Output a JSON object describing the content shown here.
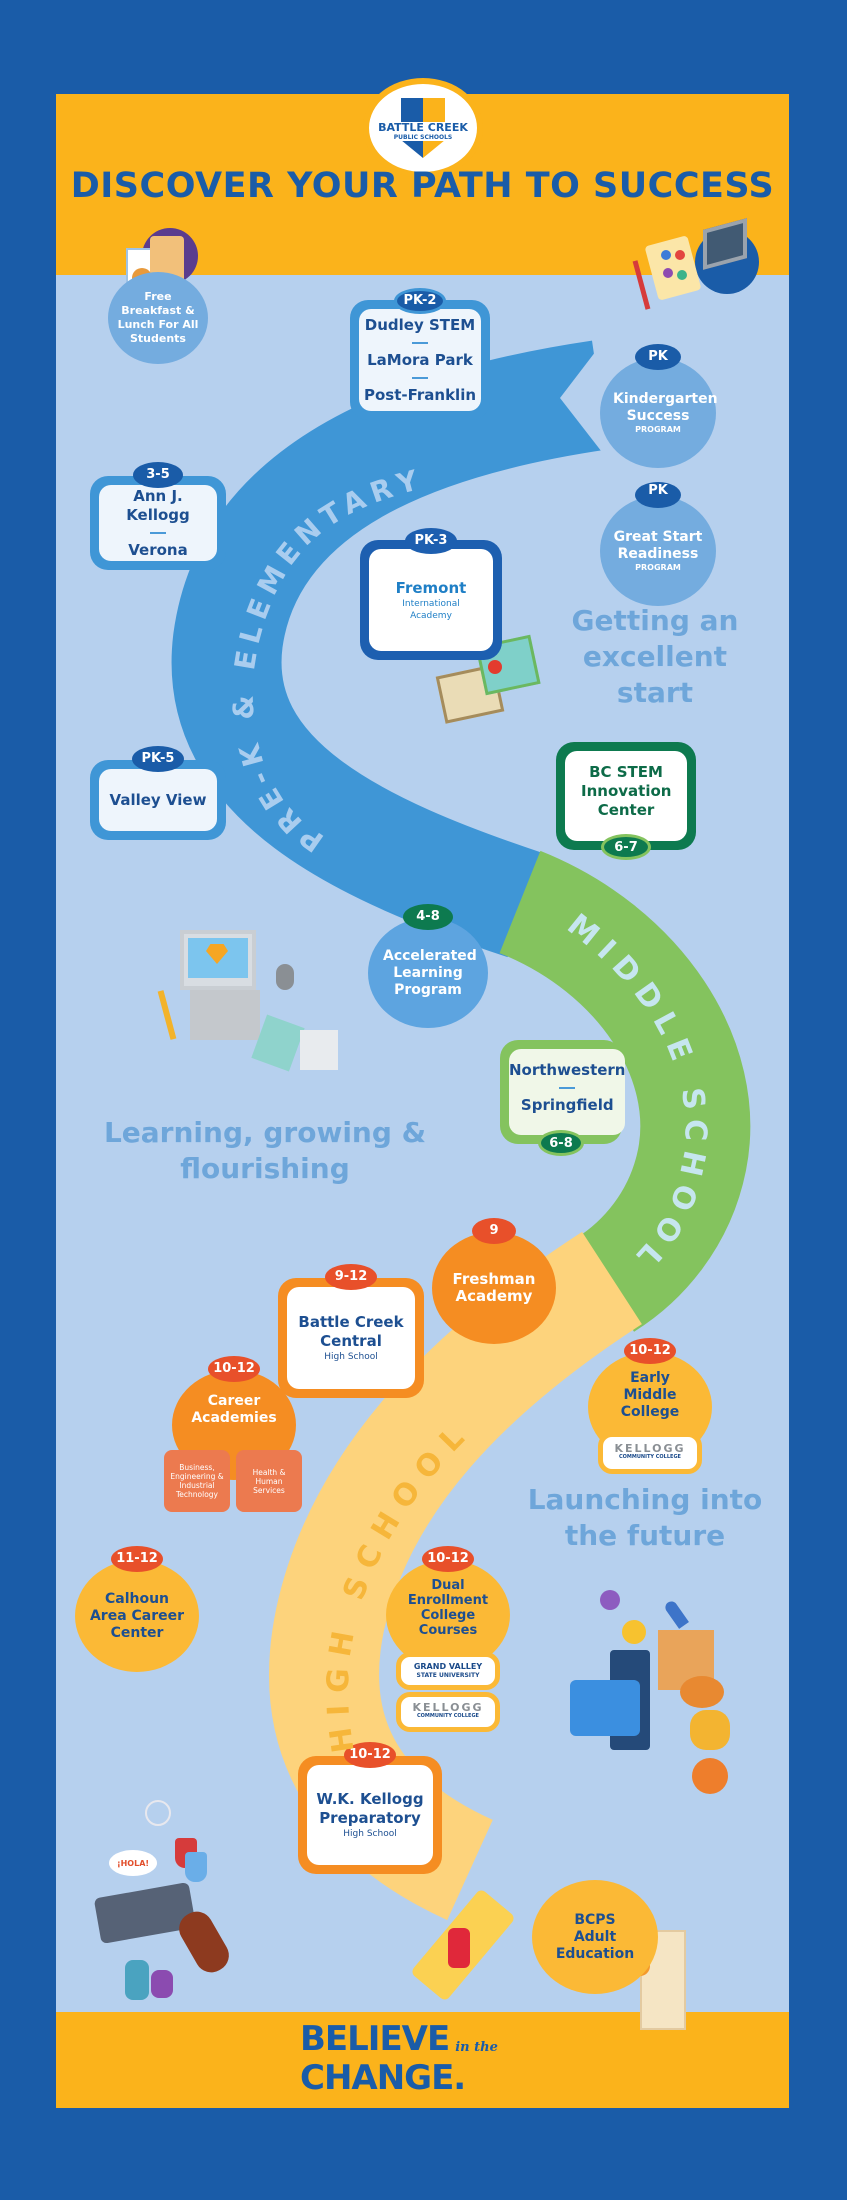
{
  "header": {
    "logo_name": "BATTLE CREEK",
    "logo_sub": "PUBLIC SCHOOLS",
    "title": "DISCOVER YOUR PATH TO SUCCESS"
  },
  "road": {
    "elementary": "PRE-K & ELEMENTARY",
    "middle": "MIDDLE SCHOOL",
    "high": "HIGH SCHOOL"
  },
  "colors": {
    "border": "#1a5ca8",
    "panel": "#b6d0ee",
    "yellow": "#fbb31b",
    "elem": "#3f96d6",
    "middle": "#84c35e",
    "high": "#fdd37c"
  },
  "free_meals": "Free Breakfast & Lunch For All Students",
  "pk2": {
    "grade": "PK-2",
    "schools": [
      "Dudley STEM",
      "LaMora Park",
      "Post-Franklin"
    ]
  },
  "kinder": {
    "grade": "PK",
    "name": "Kindergarten Success",
    "kind": "PROGRAM"
  },
  "ajk": {
    "grade": "3-5",
    "schools": [
      "Ann J. Kellogg",
      "Verona"
    ]
  },
  "gsr": {
    "grade": "PK",
    "name": "Great Start Readiness",
    "kind": "PROGRAM"
  },
  "fremont": {
    "grade": "PK-3",
    "name": "Fremont",
    "sub": "International Academy"
  },
  "taglines": [
    "Getting an excellent start",
    "Learning, growing & flourishing",
    "Launching into the future"
  ],
  "valley": {
    "grade": "PK-5",
    "name": "Valley View"
  },
  "bcstem": {
    "grade": "6-7",
    "name": "BC STEM Innovation Center"
  },
  "alp": {
    "grade": "4-8",
    "name": "Accelerated Learning Program"
  },
  "nw": {
    "grade": "6-8",
    "schools": [
      "Northwestern",
      "Springfield"
    ]
  },
  "freshman": {
    "grade": "9",
    "name": "Freshman Academy"
  },
  "bcc": {
    "grade": "9-12",
    "name": "Battle Creek Central",
    "sub": "High School"
  },
  "career": {
    "grade": "10-12",
    "name": "Career Academies",
    "tracks": [
      "Business, Engineering & Industrial Technology",
      "Health & Human Services"
    ]
  },
  "emc": {
    "grade": "10-12",
    "name": "Early Middle College",
    "logo": "KELLOGG",
    "logo_sub": "COMMUNITY COLLEGE"
  },
  "calhoun": {
    "grade": "11-12",
    "name": "Calhoun Area Career Center"
  },
  "dual": {
    "grade": "10-12",
    "name": "Dual Enrollment College Courses",
    "logo1": "GRAND VALLEY",
    "logo1_sub": "STATE UNIVERSITY",
    "logo2": "KELLOGG",
    "logo2_sub": "COMMUNITY COLLEGE"
  },
  "wkk": {
    "grade": "10-12",
    "name": "W.K. Kellogg Preparatory",
    "sub": "High School"
  },
  "adult": {
    "name": "BCPS Adult Education"
  },
  "hola": "¡HOLA!",
  "footer": {
    "line1": "BELIEVE",
    "script": "in the",
    "line2": "CHANGE."
  }
}
